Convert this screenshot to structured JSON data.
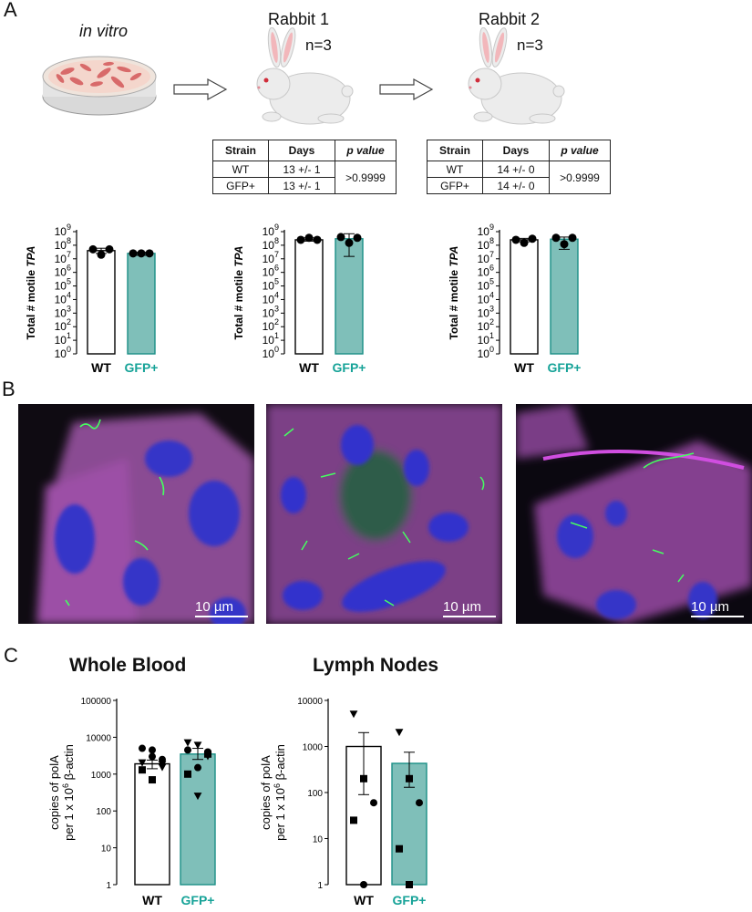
{
  "panel_a": {
    "label": "A",
    "in_vitro_label": "in vitro",
    "rabbit1": {
      "title": "Rabbit 1",
      "n": "n=3"
    },
    "rabbit2": {
      "title": "Rabbit 2",
      "n": "n=3"
    },
    "table1": {
      "headers": [
        "Strain",
        "Days",
        "p value"
      ],
      "rows": [
        [
          "WT",
          "13 +/- 1"
        ],
        [
          "GFP+",
          "13 +/- 1"
        ]
      ],
      "p": ">0.9999"
    },
    "table2": {
      "headers": [
        "Strain",
        "Days",
        "p value"
      ],
      "rows": [
        [
          "WT",
          "14 +/- 0"
        ],
        [
          "GFP+",
          "14 +/- 0"
        ]
      ],
      "p": ">0.9999"
    }
  },
  "panel_b": {
    "label": "B",
    "scale_labels": [
      "10 µm",
      "10 µm",
      "10 µm"
    ]
  },
  "panel_c": {
    "label": "C",
    "titles": [
      "Whole Blood",
      "Lymph Nodes"
    ]
  },
  "colors": {
    "teal": "#7fbfb9",
    "teal_dark": "#1a8f86",
    "gfp_label": "#17a398",
    "cell_magenta": "#b24bb5",
    "nucleus_blue": "#3a3ad6",
    "fiber_green": "#3cff5a"
  },
  "chart_data": [
    {
      "type": "bar",
      "id": "a1",
      "categories": [
        "WT",
        "GFP+"
      ],
      "values": [
        40000000,
        25000000
      ],
      "error": [
        [
          25000000,
          60000000
        ],
        [
          18000000,
          30000000
        ]
      ],
      "points": [
        [
          50000000,
          20000000,
          50000000
        ],
        [
          25000000,
          25000000,
          25000000
        ]
      ],
      "ylabel": "Total # motile TPA",
      "yscale": "log",
      "ylim": [
        1,
        1000000000
      ],
      "yticks": [
        "10^0",
        "10^1",
        "10^2",
        "10^3",
        "10^4",
        "10^5",
        "10^6",
        "10^7",
        "10^8",
        "10^9"
      ]
    },
    {
      "type": "bar",
      "id": "a2",
      "categories": [
        "WT",
        "GFP+"
      ],
      "values": [
        250000000,
        300000000
      ],
      "error": [
        [
          200000000,
          350000000
        ],
        [
          15000000,
          700000000
        ]
      ],
      "points": [
        [
          250000000,
          350000000,
          250000000
        ],
        [
          400000000,
          150000000,
          350000000
        ]
      ],
      "ylabel": "Total # motile TPA",
      "yscale": "log",
      "ylim": [
        1,
        1000000000
      ],
      "yticks": [
        "10^0",
        "10^1",
        "10^2",
        "10^3",
        "10^4",
        "10^5",
        "10^6",
        "10^7",
        "10^8",
        "10^9"
      ]
    },
    {
      "type": "bar",
      "id": "a3",
      "categories": [
        "WT",
        "GFP+"
      ],
      "values": [
        250000000,
        280000000
      ],
      "error": [
        [
          180000000,
          320000000
        ],
        [
          50000000,
          400000000
        ]
      ],
      "points": [
        [
          250000000,
          150000000,
          300000000
        ],
        [
          350000000,
          120000000,
          350000000
        ]
      ],
      "ylabel": "Total # motile TPA",
      "yscale": "log",
      "ylim": [
        1,
        1000000000
      ],
      "yticks": [
        "10^0",
        "10^1",
        "10^2",
        "10^3",
        "10^4",
        "10^5",
        "10^6",
        "10^7",
        "10^8",
        "10^9"
      ]
    },
    {
      "type": "bar",
      "id": "c1",
      "title": "Whole Blood",
      "categories": [
        "WT",
        "GFP+"
      ],
      "values": [
        1900,
        3500
      ],
      "error": [
        [
          1400,
          2400
        ],
        [
          2500,
          5000
        ]
      ],
      "points": [
        [
          {
            "v": 5000,
            "m": "circle"
          },
          {
            "v": 4500,
            "m": "circle"
          },
          {
            "v": 2500,
            "m": "circle"
          },
          {
            "v": 1300,
            "m": "square"
          },
          {
            "v": 700,
            "m": "square"
          },
          {
            "v": 1500,
            "m": "triangle"
          },
          {
            "v": 2000,
            "m": "triangle"
          },
          {
            "v": 3000,
            "m": "circle"
          },
          {
            "v": 1800,
            "m": "triangle"
          }
        ],
        [
          {
            "v": 7000,
            "m": "triangle"
          },
          {
            "v": 6000,
            "m": "triangle"
          },
          {
            "v": 3500,
            "m": "square"
          },
          {
            "v": 1000,
            "m": "square"
          },
          {
            "v": 250,
            "m": "triangle"
          },
          {
            "v": 4000,
            "m": "circle"
          },
          {
            "v": 4500,
            "m": "circle"
          },
          {
            "v": 1500,
            "m": "circle"
          },
          {
            "v": 3000,
            "m": "triangle"
          }
        ]
      ],
      "ylabel": "copies of polA per 1 x 10^6 β-actin",
      "yscale": "log",
      "ylim": [
        1,
        100000
      ],
      "yticks": [
        "1",
        "10",
        "100",
        "1000",
        "10000",
        "100000"
      ]
    },
    {
      "type": "bar",
      "id": "c2",
      "title": "Lymph Nodes",
      "categories": [
        "WT",
        "GFP+"
      ],
      "values": [
        1000,
        430
      ],
      "error": [
        [
          90,
          2000
        ],
        [
          130,
          750
        ]
      ],
      "points": [
        [
          {
            "v": 5000,
            "m": "triangle"
          },
          {
            "v": 200,
            "m": "square"
          },
          {
            "v": 60,
            "m": "circle"
          },
          {
            "v": 25,
            "m": "square"
          },
          {
            "v": 1,
            "m": "circle"
          }
        ],
        [
          {
            "v": 2000,
            "m": "triangle"
          },
          {
            "v": 200,
            "m": "square"
          },
          {
            "v": 60,
            "m": "circle"
          },
          {
            "v": 6,
            "m": "square"
          },
          {
            "v": 1,
            "m": "square"
          }
        ]
      ],
      "ylabel": "copies of polA per 1 x 10^6 β-actin",
      "yscale": "log",
      "ylim": [
        1,
        10000
      ],
      "yticks": [
        "1",
        "10",
        "100",
        "1000",
        "10000"
      ]
    }
  ]
}
